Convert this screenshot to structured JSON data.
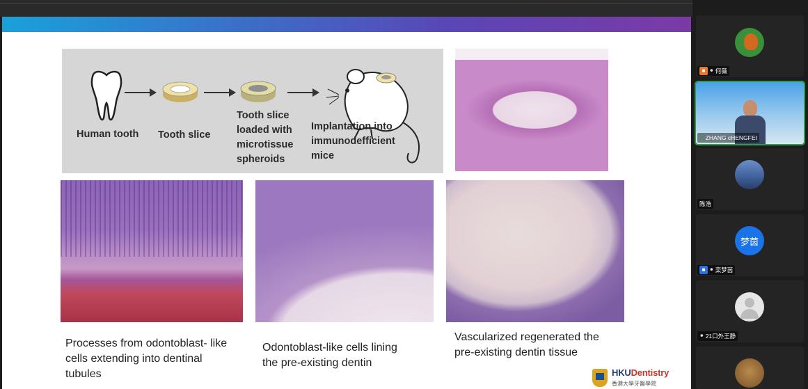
{
  "slide": {
    "diagram": {
      "steps": [
        {
          "label": "Human tooth"
        },
        {
          "label": "Tooth slice"
        },
        {
          "label": "Tooth slice\nloaded with\nmicrotissue\nspheroids"
        },
        {
          "label": "Implantation into\nimmunodefficient\nmice"
        }
      ]
    },
    "captions": [
      "Processes from odontoblast- like\ncells extending into dentinal\ntubules",
      "Odontoblast-like cells lining\nthe pre-existing dentin",
      "Vascularized regenerated the\npre-existing dentin tissue"
    ],
    "logo": {
      "brand_prefix": "HKU",
      "brand_suffix": "Dentistry",
      "subtitle": "香港大學牙醫學院"
    }
  },
  "participants": [
    {
      "name": "何薇",
      "badge": "host",
      "avatar": "cartoon"
    },
    {
      "name": "ZHANG cHENGFEI",
      "badge": "speaking",
      "avatar": "video"
    },
    {
      "name": "陈浩",
      "badge": "none",
      "avatar": "photo"
    },
    {
      "name": "栾梦茵",
      "badge": "cohost",
      "avatar_text": "梦茵"
    },
    {
      "name": "21口外王静",
      "badge": "none",
      "avatar": "default"
    },
    {
      "name": "",
      "badge": "none",
      "avatar": "animal"
    }
  ],
  "colors": {
    "accent_green": "#2ea043",
    "avatar_blue": "#1a73e8",
    "host_orange": "#e8772e"
  }
}
